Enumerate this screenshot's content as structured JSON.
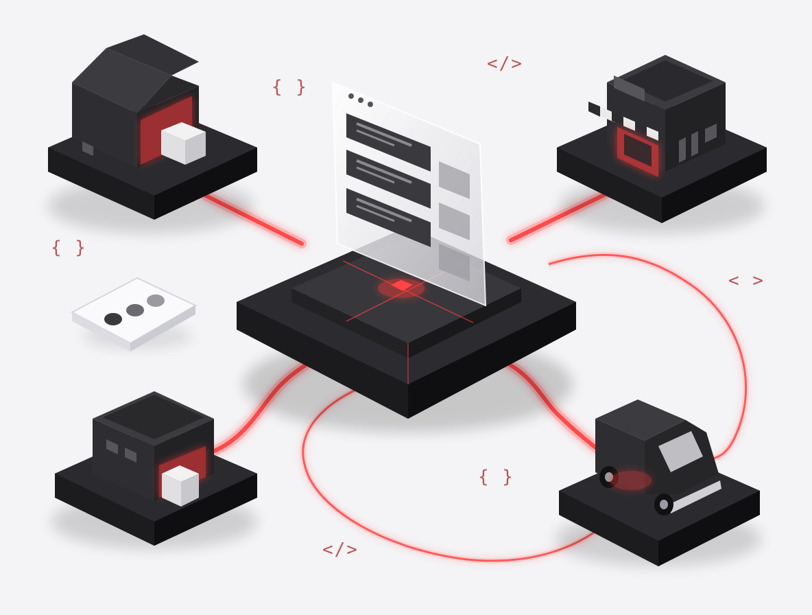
{
  "colors": {
    "background": "#f4f4f6",
    "platform_top": "#2a2a2e",
    "platform_side": "#141416",
    "building": "#323236",
    "accent_red": "#ff3b3b",
    "glyph_red": "#b23a3a",
    "glass": "#e9e9ee"
  },
  "nodes": [
    {
      "name": "warehouse-top-left",
      "icon": "warehouse-icon"
    },
    {
      "name": "storefront-top-right",
      "icon": "storefront-icon"
    },
    {
      "name": "warehouse-bottom-left",
      "icon": "depot-icon"
    },
    {
      "name": "delivery-truck-bottom-right",
      "icon": "delivery-truck-icon"
    },
    {
      "name": "central-hub",
      "icon": "hub-icon"
    }
  ],
  "glyphs": [
    {
      "text": "{ }"
    },
    {
      "text": "</>"
    },
    {
      "text": "{ }"
    },
    {
      "text": "< >"
    },
    {
      "text": "{ }"
    },
    {
      "text": "</>"
    }
  ]
}
